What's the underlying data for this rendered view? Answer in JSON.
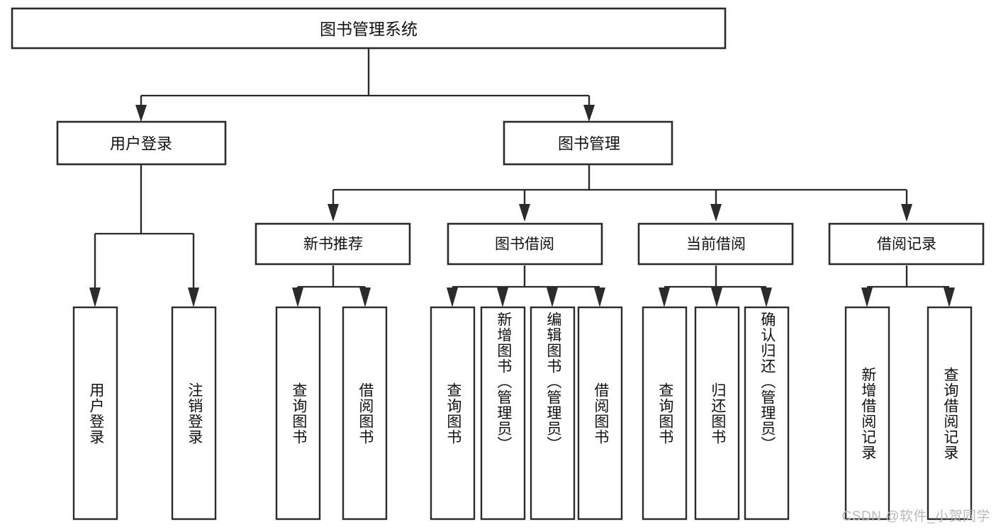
{
  "diagram": {
    "type": "hierarchy-tree",
    "title_node": {
      "label": "图书管理系统"
    },
    "colors": {
      "stroke": "#2b2b2b",
      "fill": "#ffffff",
      "text": "#111111",
      "watermark": "#b9b9b9"
    },
    "level2": [
      {
        "id": "user-login",
        "label": "用户登录"
      },
      {
        "id": "book-manage",
        "label": "图书管理"
      }
    ],
    "level3": [
      {
        "id": "new-book-recommend",
        "label": "新书推荐",
        "parent": "book-manage"
      },
      {
        "id": "book-borrow",
        "label": "图书借阅",
        "parent": "book-manage"
      },
      {
        "id": "current-borrow",
        "label": "当前借阅",
        "parent": "book-manage"
      },
      {
        "id": "borrow-record",
        "label": "借阅记录",
        "parent": "book-manage"
      }
    ],
    "leaves": [
      {
        "id": "leaf-user-login",
        "label": "用户登录",
        "parent": "user-login"
      },
      {
        "id": "leaf-logout-login",
        "label": "注销登录",
        "parent": "user-login"
      },
      {
        "id": "leaf-query-book-1",
        "label": "查询图书",
        "parent": "new-book-recommend"
      },
      {
        "id": "leaf-borrow-book-1",
        "label": "借阅图书",
        "parent": "new-book-recommend"
      },
      {
        "id": "leaf-query-book-2",
        "label": "查询图书",
        "parent": "book-borrow"
      },
      {
        "id": "leaf-add-book",
        "label": "新增图书（管理员）",
        "parent": "book-borrow"
      },
      {
        "id": "leaf-edit-book",
        "label": "编辑图书（管理员）",
        "parent": "book-borrow"
      },
      {
        "id": "leaf-borrow-book-2",
        "label": "借阅图书",
        "parent": "book-borrow"
      },
      {
        "id": "leaf-query-book-3",
        "label": "查询图书",
        "parent": "current-borrow"
      },
      {
        "id": "leaf-return-book",
        "label": "归还图书",
        "parent": "current-borrow"
      },
      {
        "id": "leaf-confirm-return",
        "label": "确认归还（管理员）",
        "parent": "current-borrow"
      },
      {
        "id": "leaf-add-record",
        "label": "新增借阅记录",
        "parent": "borrow-record"
      },
      {
        "id": "leaf-query-record",
        "label": "查询借阅记录",
        "parent": "borrow-record"
      }
    ]
  },
  "watermark": {
    "text": "CSDN @软件_小贺同学"
  }
}
